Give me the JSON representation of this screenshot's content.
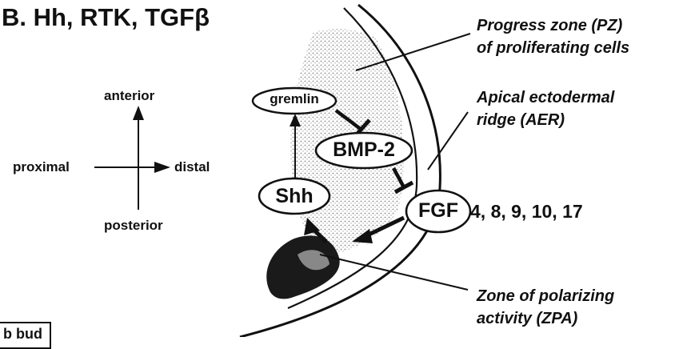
{
  "title": "B. Hh, RTK, TGFβ",
  "compass": {
    "anterior": "anterior",
    "posterior": "posterior",
    "proximal": "proximal",
    "distal": "distal"
  },
  "molecules": {
    "gremlin": "gremlin",
    "bmp2": "BMP-2",
    "shh": "Shh",
    "fgf": "FGF",
    "fgf_numbers": "4, 8, 9, 10, 17"
  },
  "callouts": {
    "pz_line1": "Progress zone (PZ)",
    "pz_line2": "of proliferating cells",
    "aer_line1": "Apical ectodermal",
    "aer_line2": "ridge (AER)",
    "zpa_line1": "Zone of polarizing",
    "zpa_line2": "activity (ZPA)"
  },
  "partial_label": "b bud"
}
